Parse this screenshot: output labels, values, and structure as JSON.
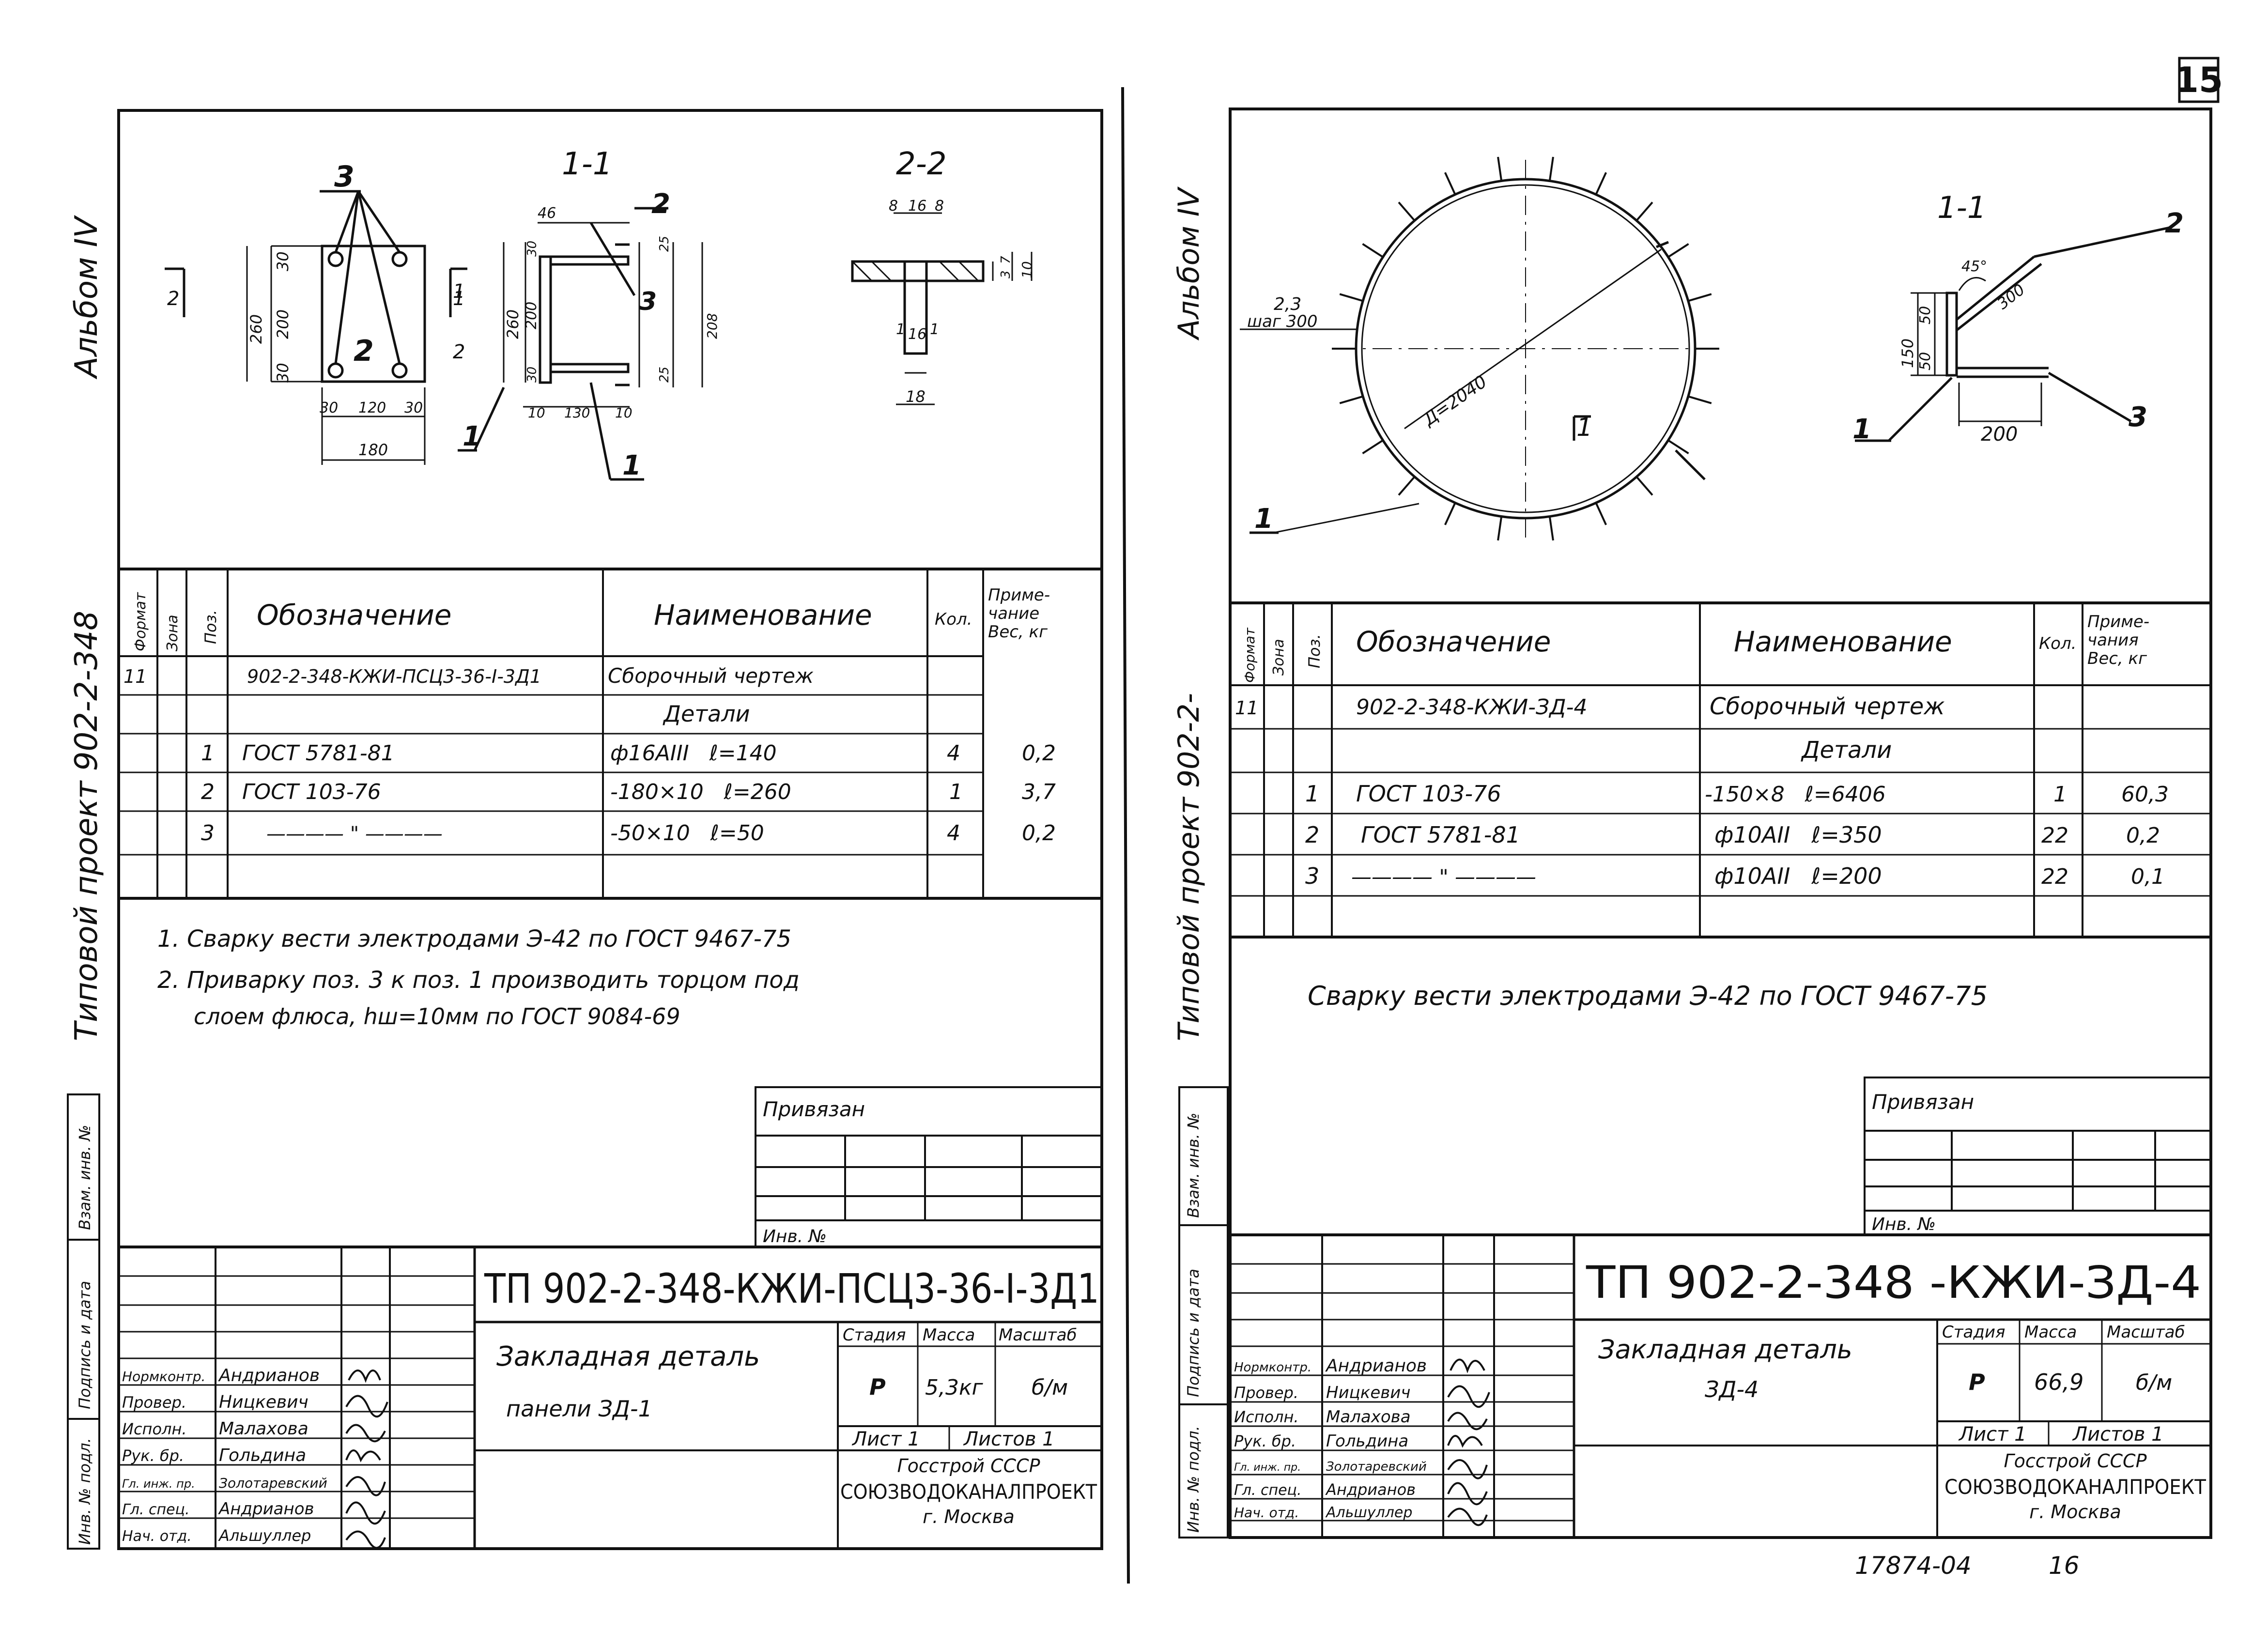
{
  "page_number": "15",
  "bottom_stamp": {
    "number": "17874-04",
    "sheet": "16"
  },
  "left": {
    "side_album": "Альбом IV",
    "side_project": "Типовой проект 902-2-348",
    "side_fields": [
      "Инв. № подл.",
      "Подпись и дата",
      "Взам. инв. №"
    ],
    "drawing": {
      "sec1": "1-1",
      "sec2": "2-2",
      "callouts": [
        "3",
        "2",
        "1",
        "1",
        "3",
        "2"
      ],
      "dims": [
        "30",
        "200",
        "30",
        "260",
        "30",
        "120",
        "30",
        "180",
        "260",
        "200",
        "30",
        "30",
        "10",
        "130",
        "10",
        "25",
        "25",
        "208",
        "8",
        "16",
        "8",
        "16",
        "18",
        "3",
        "7",
        "10",
        "46",
        "1",
        "1",
        "2",
        "2",
        "1",
        "1"
      ]
    },
    "spec": {
      "headers": [
        "Формат",
        "Зона",
        "Поз.",
        "Обозначение",
        "Наименование",
        "Кол.",
        "Приме-\nчание\nВес, кг"
      ],
      "rows": [
        [
          "11",
          "",
          "",
          "902-2-348-КЖИ-ПСЦ3-36-I-3Д1",
          "Сборочный чертеж",
          "",
          ""
        ],
        [
          "",
          "",
          "",
          "",
          "Детали",
          "",
          ""
        ],
        [
          "",
          "",
          "1",
          "ГОСТ 5781-81",
          "ф16АIII   ℓ=140",
          "4",
          "0,2"
        ],
        [
          "",
          "",
          "2",
          "ГОСТ 103-76",
          "-180×10   ℓ=260",
          "1",
          "3,7"
        ],
        [
          "",
          "",
          "3",
          "———— \" ————",
          "-50×10   ℓ=50",
          "4",
          "0,2"
        ],
        [
          "",
          "",
          "",
          "",
          "",
          "",
          ""
        ]
      ]
    },
    "notes": [
      "1. Сварку вести электродами Э-42 по ГОСТ 9467-75",
      "2. Приварку поз. 3 к поз. 1 производить торцом под",
      "слоем флюса, hш=10мм по ГОСТ 9084-69"
    ],
    "privyazan": "Привязан",
    "inv": "Инв. №",
    "title": {
      "code": "ТП 902-2-348-КЖИ-ПСЦ3-36-I-3Д1",
      "name1": "Закладная деталь",
      "name2": "панели ЗД-1",
      "stage_headers": [
        "Стадия",
        "Масса",
        "Масштаб"
      ],
      "stage_values": [
        "Р",
        "5,3кг",
        "б/м"
      ],
      "sheet": "Лист 1",
      "sheets": "Листов 1",
      "org1": "Госстрой СССР",
      "org2": "СОЮЗВОДОКАНАЛПРОЕКТ",
      "org3": "г. Москва",
      "people": [
        [
          "Нормконтр.",
          "Андрианов"
        ],
        [
          "Провер.",
          "Ницкевич"
        ],
        [
          "Исполн.",
          "Малахова"
        ],
        [
          "Рук. бр.",
          "Гольдина"
        ],
        [
          "Гл. инж. пр.",
          "Золотаревский"
        ],
        [
          "Гл. спец.",
          "Андрианов"
        ],
        [
          "Нач. отд.",
          "Альшуллер"
        ]
      ]
    }
  },
  "right": {
    "side_album": "Альбом IV",
    "side_project": "Типовой проект 902-2-",
    "side_fields": [
      "Инв. № подл.",
      "Подпись и дата",
      "Взам. инв. №"
    ],
    "drawing": {
      "sec1": "1-1",
      "diameter": "Д=2040",
      "pitch1": "2,3",
      "pitch2": "шаг 300",
      "dims": [
        "45°",
        "300",
        "150",
        "50",
        "50",
        "200"
      ],
      "callouts": [
        "1",
        "1",
        "2",
        "1",
        "3"
      ]
    },
    "spec": {
      "headers": [
        "Формат",
        "Зона",
        "Поз.",
        "Обозначение",
        "Наименование",
        "Кол.",
        "Приме-\nчания\nВес, кг"
      ],
      "rows": [
        [
          "11",
          "",
          "",
          "902-2-348-КЖИ-ЗД-4",
          "Сборочный чертеж",
          "",
          ""
        ],
        [
          "",
          "",
          "",
          "",
          "Детали",
          "",
          ""
        ],
        [
          "",
          "",
          "1",
          "ГОСТ 103-76",
          "-150×8   ℓ=6406",
          "1",
          "60,3"
        ],
        [
          "",
          "",
          "2",
          "ГОСТ 5781-81",
          "ф10АII   ℓ=350",
          "22",
          "0,2"
        ],
        [
          "",
          "",
          "3",
          "———— \" ————",
          "ф10АII   ℓ=200",
          "22",
          "0,1"
        ],
        [
          "",
          "",
          "",
          "",
          "",
          "",
          ""
        ]
      ]
    },
    "notes": [
      "Сварку вести электродами Э-42 по ГОСТ 9467-75"
    ],
    "privyazan": "Привязан",
    "inv": "Инв. №",
    "title": {
      "code": "ТП 902-2-348 -КЖИ-ЗД-4",
      "name1": "Закладная деталь",
      "name2": "ЗД-4",
      "stage_headers": [
        "Стадия",
        "Масса",
        "Масштаб"
      ],
      "stage_values": [
        "Р",
        "66,9",
        "б/м"
      ],
      "sheet": "Лист 1",
      "sheets": "Листов 1",
      "org1": "Госстрой СССР",
      "org2": "СОЮЗВОДОКАНАЛПРОЕКТ",
      "org3": "г. Москва",
      "people": [
        [
          "Нормконтр.",
          "Андрианов"
        ],
        [
          "Провер.",
          "Ницкевич"
        ],
        [
          "Исполн.",
          "Малахова"
        ],
        [
          "Рук. бр.",
          "Гольдина"
        ],
        [
          "Гл. инж. пр.",
          "Золотаревский"
        ],
        [
          "Гл. спец.",
          "Андрианов"
        ],
        [
          "Нач. отд.",
          "Альшуллер"
        ]
      ]
    }
  }
}
